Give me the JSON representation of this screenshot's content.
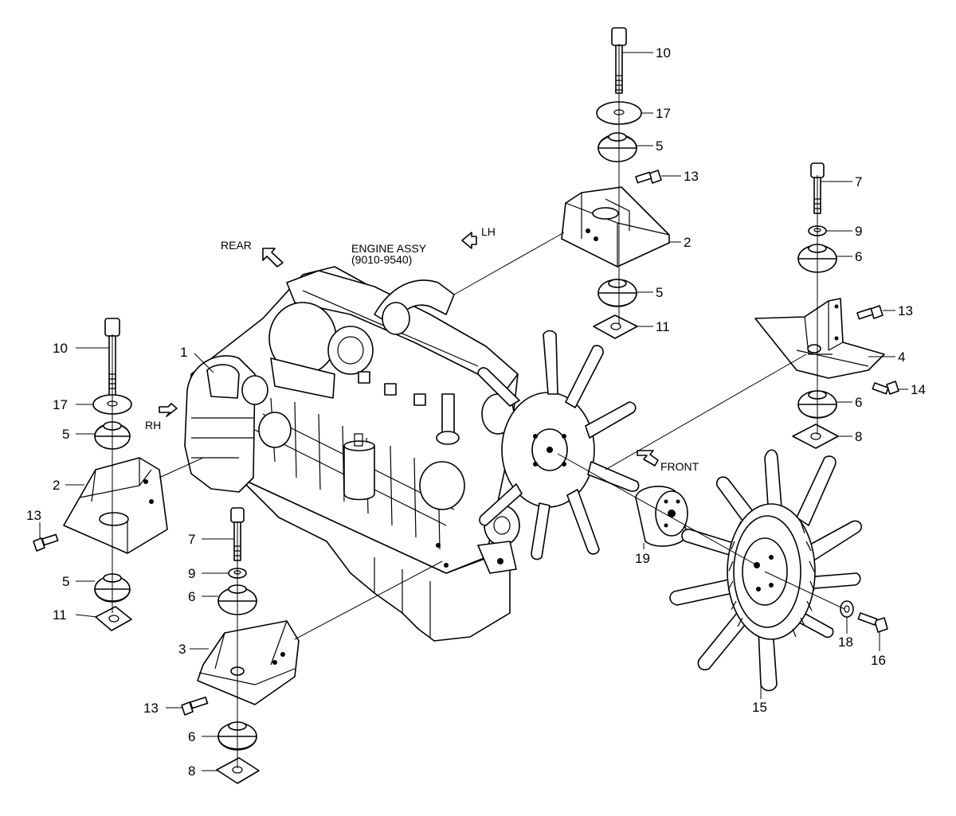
{
  "notes": {
    "engine_assy": "ENGINE ASSY",
    "engine_range": "(9010-9540)",
    "rear": "REAR",
    "lh": "LH",
    "rh": "RH",
    "front": "FRONT"
  },
  "callouts": [
    {
      "id": "c1",
      "num": "1"
    },
    {
      "id": "c2a",
      "num": "2"
    },
    {
      "id": "c2b",
      "num": "2"
    },
    {
      "id": "c3",
      "num": "3"
    },
    {
      "id": "c4",
      "num": "4"
    },
    {
      "id": "c5a",
      "num": "5"
    },
    {
      "id": "c5b",
      "num": "5"
    },
    {
      "id": "c5c",
      "num": "5"
    },
    {
      "id": "c5d",
      "num": "5"
    },
    {
      "id": "c6a",
      "num": "6"
    },
    {
      "id": "c6b",
      "num": "6"
    },
    {
      "id": "c6c",
      "num": "6"
    },
    {
      "id": "c6d",
      "num": "6"
    },
    {
      "id": "c7a",
      "num": "7"
    },
    {
      "id": "c7b",
      "num": "7"
    },
    {
      "id": "c8a",
      "num": "8"
    },
    {
      "id": "c8b",
      "num": "8"
    },
    {
      "id": "c9a",
      "num": "9"
    },
    {
      "id": "c9b",
      "num": "9"
    },
    {
      "id": "c10a",
      "num": "10"
    },
    {
      "id": "c10b",
      "num": "10"
    },
    {
      "id": "c11a",
      "num": "11"
    },
    {
      "id": "c11b",
      "num": "11"
    },
    {
      "id": "c13a",
      "num": "13"
    },
    {
      "id": "c13b",
      "num": "13"
    },
    {
      "id": "c13c",
      "num": "13"
    },
    {
      "id": "c13d",
      "num": "13"
    },
    {
      "id": "c14",
      "num": "14"
    },
    {
      "id": "c15",
      "num": "15"
    },
    {
      "id": "c16",
      "num": "16"
    },
    {
      "id": "c17a",
      "num": "17"
    },
    {
      "id": "c17b",
      "num": "17"
    },
    {
      "id": "c18",
      "num": "18"
    },
    {
      "id": "c19",
      "num": "19"
    }
  ]
}
